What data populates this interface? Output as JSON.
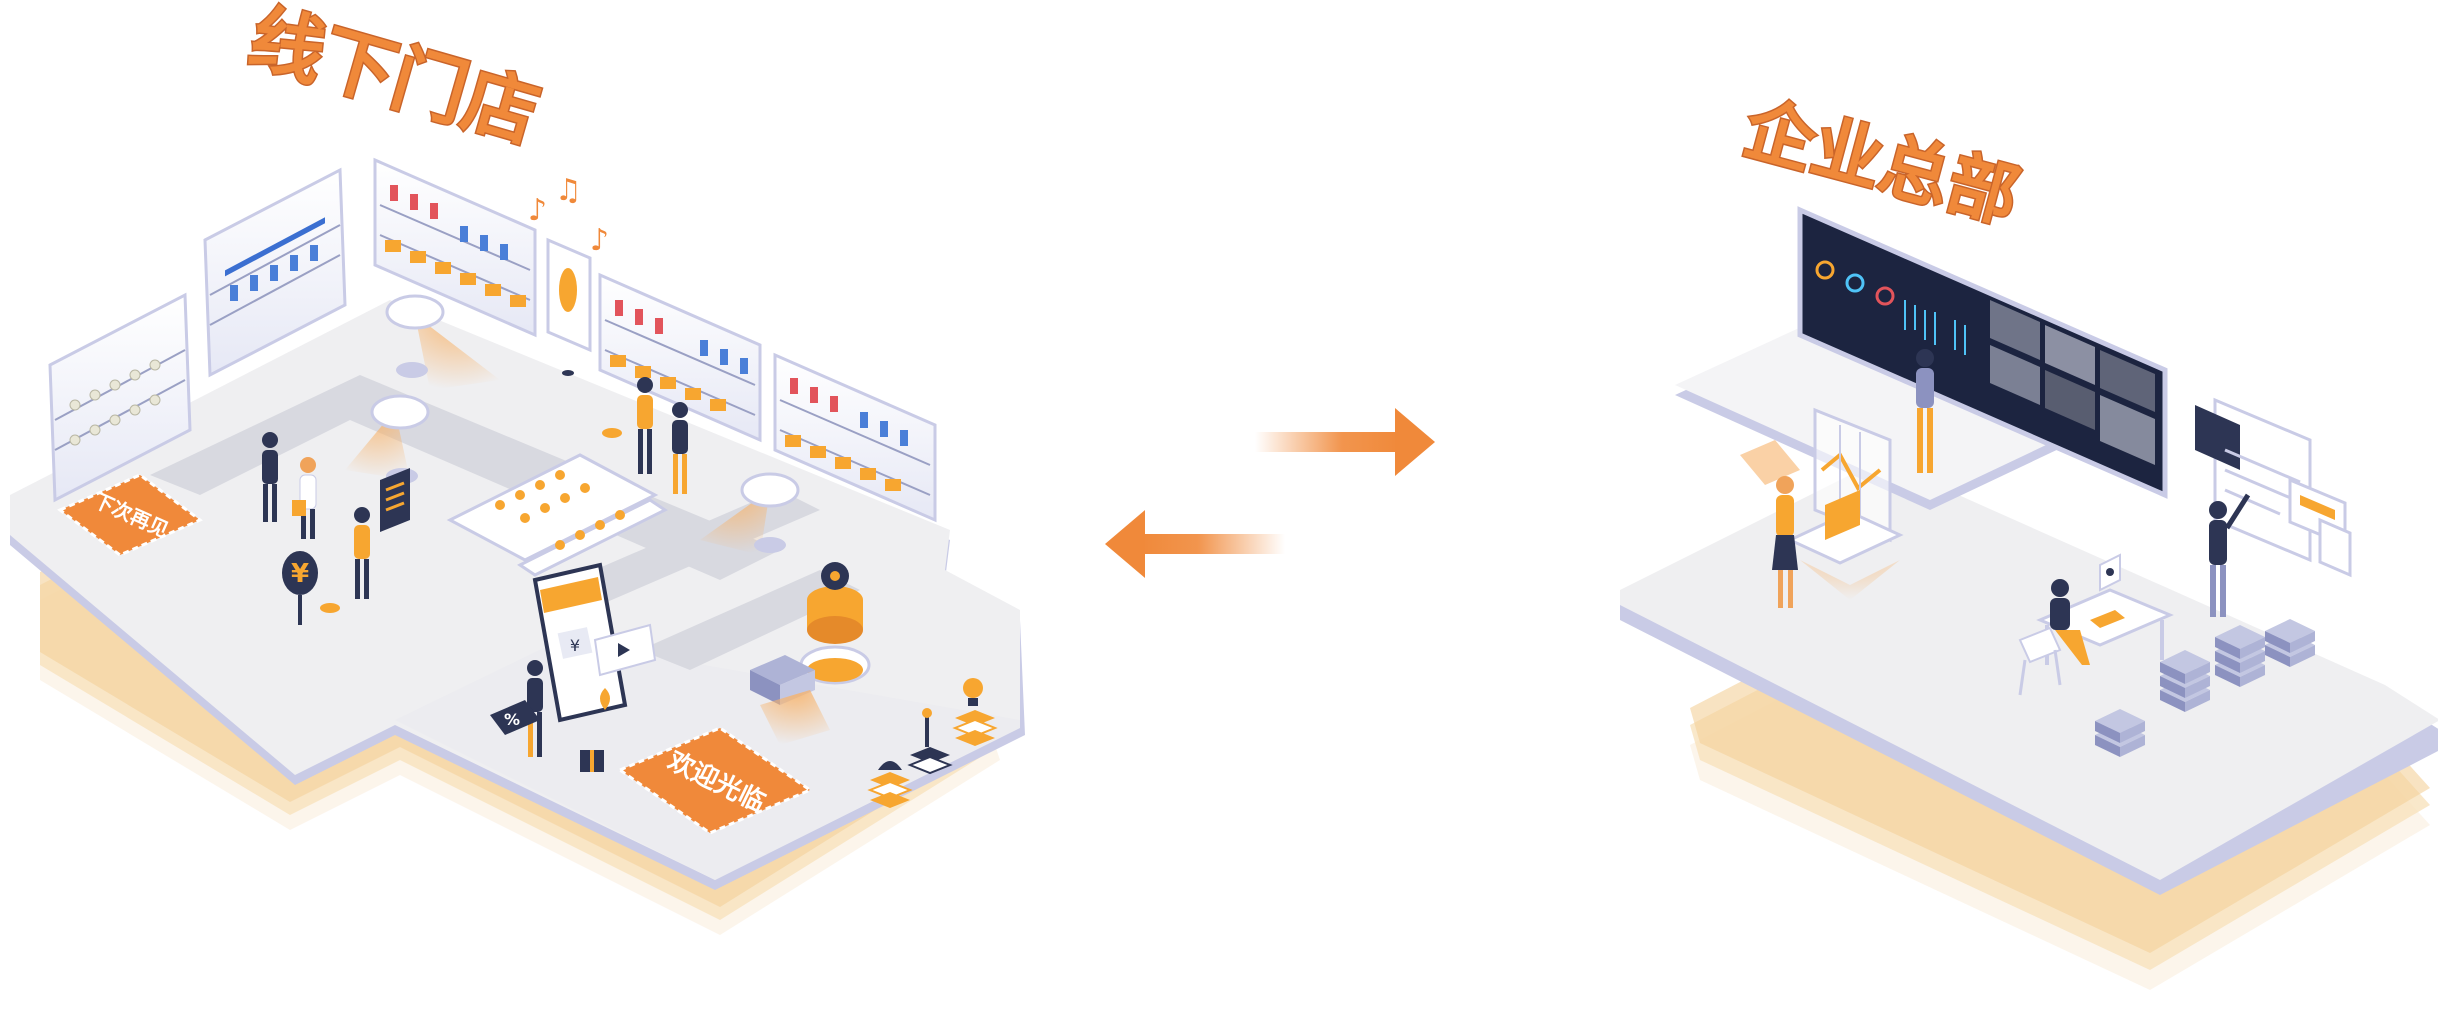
{
  "store": {
    "title": "线下门店",
    "mat_goodbye": "下次再见",
    "mat_welcome": "欢迎光临"
  },
  "hq": {
    "title": "企业总部"
  },
  "colors": {
    "accent": "#f0893a",
    "accent_light": "#f7b36b",
    "platform": "#efeff1",
    "platform_edge": "#c9cbe6",
    "shadow_layer": "#f8e2bd",
    "navy": "#2d3554",
    "screen_dark": "#1c2440"
  },
  "icons": {
    "arrow_right": "arrow-right-icon",
    "arrow_left": "arrow-left-icon",
    "yen": "yen-icon",
    "percent": "percent-icon",
    "music_note": "music-note-icon",
    "lightbulb": "lightbulb-icon",
    "gear": "gear-icon",
    "gift": "gift-icon",
    "location": "location-pin-icon",
    "server": "server-icon"
  }
}
